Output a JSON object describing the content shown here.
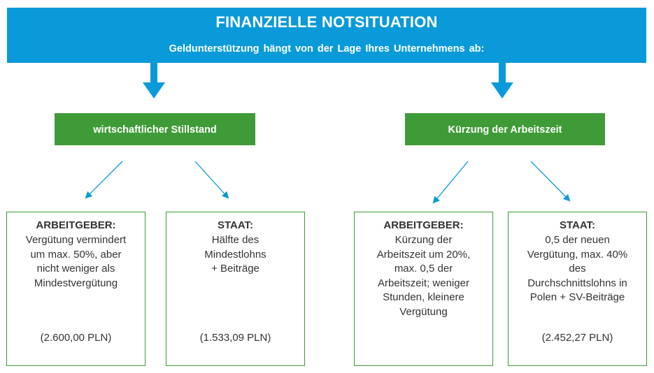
{
  "header": {
    "title": "FINANZIELLE NOTSITUATION",
    "subtitle": "Geldunterstützung hängt von der Lage Ihres Unternehmens ab:"
  },
  "branches": [
    {
      "label": "wirtschaftlicher Stillstand",
      "boxes": [
        {
          "title": "ARBEITGEBER:",
          "desc": "Vergütung vermindert\num max. 50%, aber\nnicht weniger als\nMindestvergütung",
          "amount": "(2.600,00 PLN)"
        },
        {
          "title": "STAAT:",
          "desc": "Hälfte des\nMindestlohns\n+ Beiträge",
          "amount": "(1.533,09 PLN)"
        }
      ]
    },
    {
      "label": "Kürzung der Arbeitszeit",
      "boxes": [
        {
          "title": "ARBEITGEBER:",
          "desc": "Kürzung der\nArbeitszeit um 20%,\nmax. 0,5 der\nArbeitszeit; weniger\nStunden, kleinere\nVergütung",
          "amount": ""
        },
        {
          "title": "STAAT:",
          "desc": "0,5 der neuen\nVergütung, max. 40%\ndes\nDurchschnittslohns in\nPolen + SV-Beiträge",
          "amount": "(2.452,27 PLN)"
        }
      ]
    }
  ],
  "colors": {
    "header": "#0a9ad9",
    "branch": "#3f9b37",
    "arrow": "#0a9ad9"
  }
}
